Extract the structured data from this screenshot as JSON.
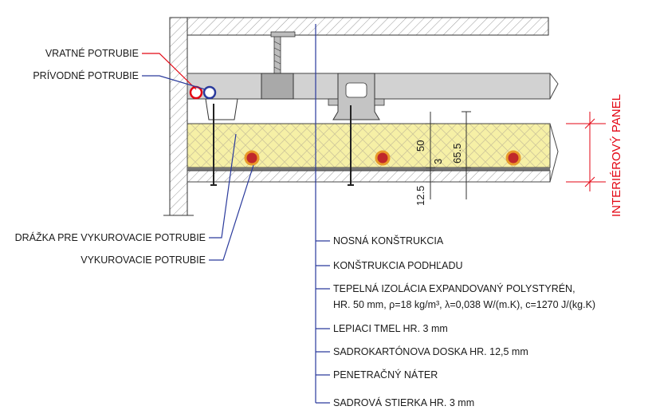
{
  "colors": {
    "insulation": "#f6f0a6",
    "structure_gray": "#d2d2d2",
    "hatch_gray": "#9a9a9a",
    "leader_blue": "#2a3a9c",
    "accent_red": "#e30613",
    "pipe_red": "#c0282a",
    "pipe_orange": "#e89a2a"
  },
  "labels": {
    "return_pipe": "VRATNÉ POTRUBIE",
    "supply_pipe": "PRÍVODNÉ POTRUBIE",
    "groove": "DRÁŽKA PRE VYKUROVACIE POTRUBIE",
    "heating_pipe": "VYKUROVACIE POTRUBIE",
    "interior_panel": "INTERIÉROVÝ PANEL"
  },
  "dimensions": {
    "d50": "50",
    "d655": "65.5",
    "d3": "3",
    "d125": "12.5"
  },
  "legend": [
    {
      "text": "NOSNÁ KONŠTRUKCIA"
    },
    {
      "text": "KONŠTRUKCIA PODHĽADU"
    },
    {
      "text": "TEPELNÁ IZOLÁCIA EXPANDOVANÝ POLYSTYRÉN,",
      "text2": "HR. 50 mm, ρ=18 kg/m³, λ=0,038 W/(m.K), c=1270 J/(kg.K)"
    },
    {
      "text": "LEPIACI TMEL HR. 3 mm"
    },
    {
      "text": "SADROKARTÓNOVA DOSKA HR. 12,5 mm"
    },
    {
      "text": "PENETRAČNÝ NÁTER"
    },
    {
      "text": "SADROVÁ STIERKA HR. 3 mm"
    }
  ]
}
